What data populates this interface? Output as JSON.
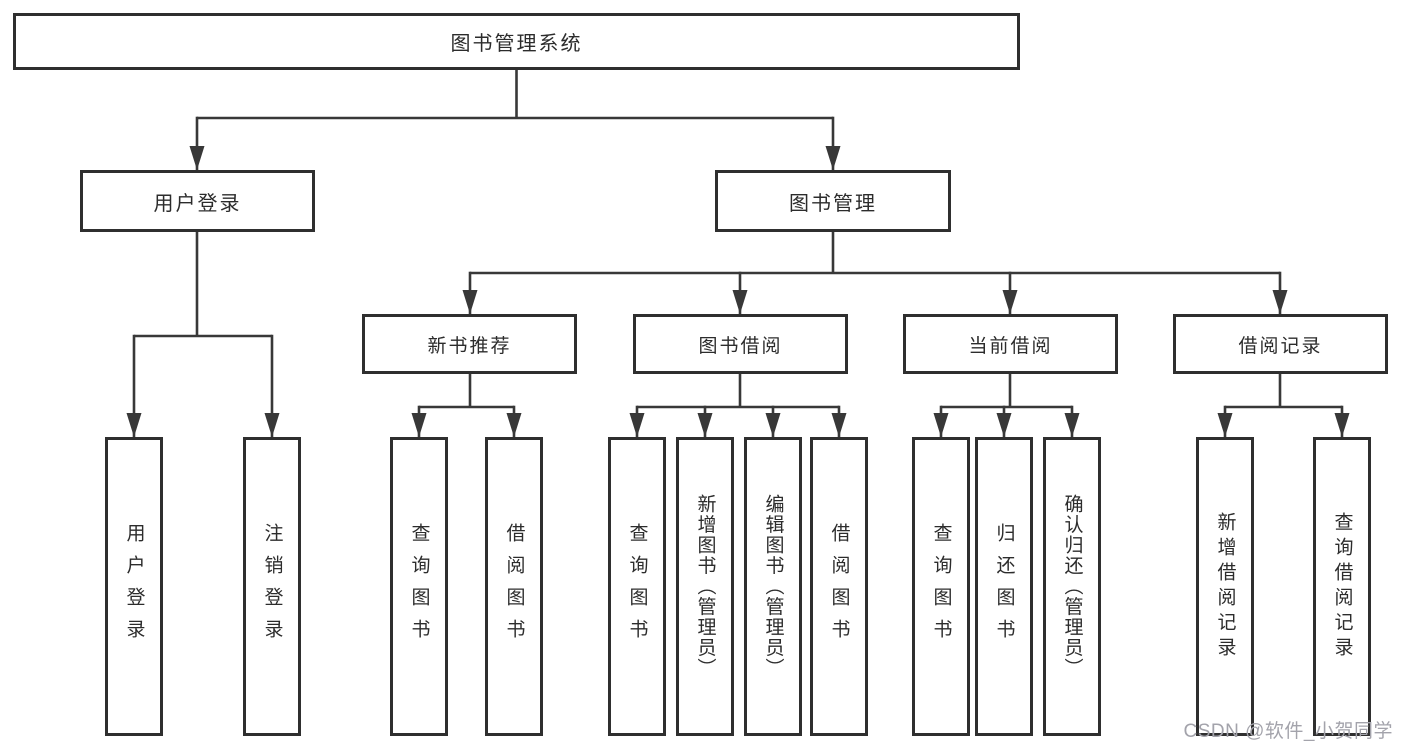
{
  "tree": {
    "root": {
      "label": "图书管理系统"
    },
    "children": [
      {
        "label": "用户登录",
        "children": [
          {
            "label": "用户登录"
          },
          {
            "label": "注销登录"
          }
        ]
      },
      {
        "label": "图书管理",
        "children": [
          {
            "label": "新书推荐",
            "children": [
              {
                "label": "查询图书"
              },
              {
                "label": "借阅图书"
              }
            ]
          },
          {
            "label": "图书借阅",
            "children": [
              {
                "label": "查询图书"
              },
              {
                "label": "新增图书（管理员）"
              },
              {
                "label": "编辑图书（管理员）"
              },
              {
                "label": "借阅图书"
              }
            ]
          },
          {
            "label": "当前借阅",
            "children": [
              {
                "label": "查询图书"
              },
              {
                "label": "归还图书"
              },
              {
                "label": "确认归还（管理员）"
              }
            ]
          },
          {
            "label": "借阅记录",
            "children": [
              {
                "label": "新增借阅记录"
              },
              {
                "label": "查询借阅记录"
              }
            ]
          }
        ]
      }
    ]
  },
  "watermark": "CSDN @软件_小贺同学",
  "colors": {
    "line": "#383838",
    "box_border": "#2f2f2f",
    "text": "#2c2c2c",
    "watermark": "#a3a3ab",
    "background": "#ffffff"
  }
}
